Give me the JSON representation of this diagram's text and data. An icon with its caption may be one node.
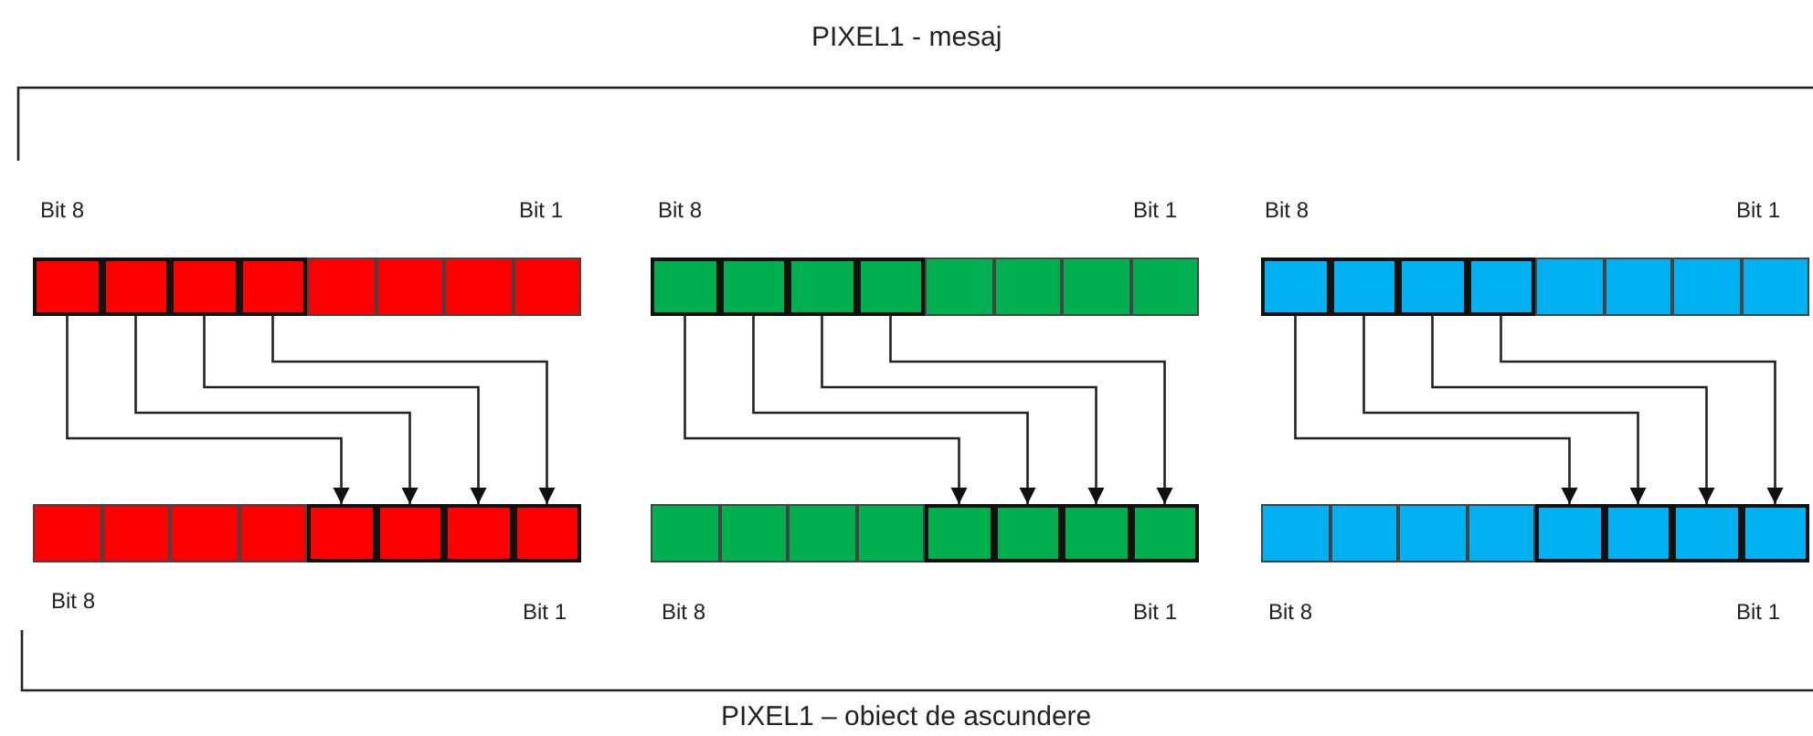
{
  "diagram": {
    "title": "PIXEL1 - mesaj",
    "caption": "PIXEL1 – obiect de ascundere",
    "nodes": [
      {
        "text": [],
        "shape": "box"
      },
      {
        "text": [],
        "shape": "box"
      },
      {
        "text": [],
        "shape": "box"
      },
      {
        "text": [],
        "shape": "box"
      },
      {
        "text": [],
        "shape": "box"
      },
      {
        "text": [],
        "shape": "box"
      },
      {
        "text": [],
        "shape": "box"
      },
      {
        "text": [],
        "shape": "box"
      },
      {
        "text": [],
        "shape": "box"
      },
      {
        "text": [],
        "shape": "box"
      },
      {
        "text": [],
        "shape": "box"
      },
      {
        "text": [],
        "shape": "box"
      },
      {
        "text": [],
        "shape": "box"
      },
      {
        "text": [],
        "shape": "box"
      },
      {
        "text": [],
        "shape": "box"
      },
      {
        "text": [],
        "shape": "box"
      },
      {
        "text": [],
        "shape": "box"
      },
      {
        "text": [],
        "shape": "box"
      },
      {
        "text": [],
        "shape": "box"
      },
      {
        "text": [],
        "shape": "box"
      },
      {
        "text": [],
        "shape": "box"
      },
      {
        "text": [],
        "shape": "box"
      },
      {
        "text": [],
        "shape": "box"
      },
      {
        "text": [],
        "shape": "box"
      },
      {
        "text": [],
        "shape": "box"
      },
      {
        "text": [],
        "shape": "box"
      },
      {
        "text": [],
        "shape": "box"
      },
      {
        "text": [],
        "shape": "box"
      },
      {
        "text": [],
        "shape": "box"
      },
      {
        "text": [],
        "shape": "box"
      },
      {
        "text": [],
        "shape": "box"
      },
      {
        "text": [],
        "shape": "box"
      },
      {
        "text": [],
        "shape": "box"
      },
      {
        "text": [],
        "shape": "box"
      },
      {
        "text": [],
        "shape": "box"
      },
      {
        "text": [],
        "shape": "box"
      },
      {
        "text": [],
        "shape": "box"
      },
      {
        "text": [],
        "shape": "box"
      },
      {
        "text": [],
        "shape": "box"
      },
      {
        "text": [],
        "shape": "box"
      },
      {
        "text": [],
        "shape": "box"
      },
      {
        "text": [],
        "shape": "box"
      },
      {
        "text": [],
        "shape": "box"
      },
      {
        "text": [],
        "shape": "box"
      },
      {
        "text": [],
        "shape": "box"
      },
      {
        "text": [],
        "shape": "box"
      },
      {
        "text": [],
        "shape": "box"
      },
      {
        "text": [],
        "shape": "box"
      }
    ],
    "edges": [
      {
        "from": 0,
        "to": 28,
        "arrow": "to"
      },
      {
        "from": 1,
        "to": 29,
        "arrow": "to"
      },
      {
        "from": 2,
        "to": 30,
        "arrow": "to"
      },
      {
        "from": 3,
        "to": 31,
        "arrow": "to"
      },
      {
        "from": 8,
        "to": 36,
        "arrow": "to"
      },
      {
        "from": 9,
        "to": 37,
        "arrow": "to"
      },
      {
        "from": 10,
        "to": 38,
        "arrow": "to"
      },
      {
        "from": 11,
        "to": 39,
        "arrow": "to"
      },
      {
        "from": 16,
        "to": 44,
        "arrow": "to"
      },
      {
        "from": 17,
        "to": 45,
        "arrow": "to"
      },
      {
        "from": 18,
        "to": 46,
        "arrow": "to"
      },
      {
        "from": 19,
        "to": 47,
        "arrow": "to"
      }
    ],
    "labels": [
      "Bit 8",
      "Bit 1",
      "Bit 8",
      "Bit 1",
      "Bit 8",
      "Bit 1",
      "Bit 8",
      "Bit 1",
      "Bit 8",
      "Bit 1",
      "Bit 8",
      "Bit 1"
    ]
  }
}
